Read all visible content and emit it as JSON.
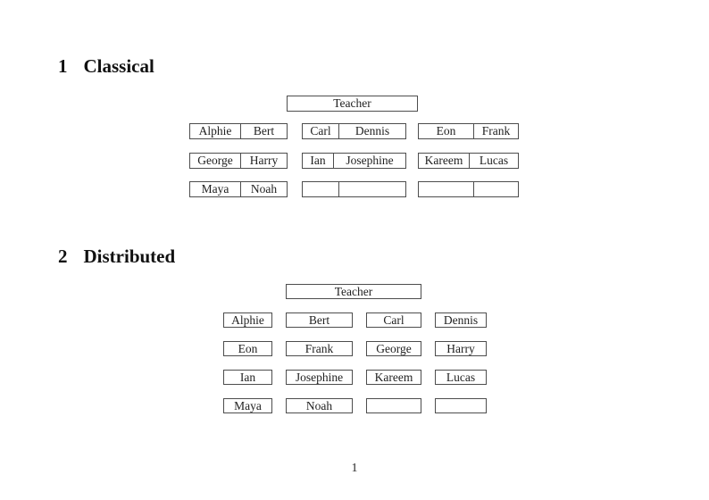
{
  "page": {
    "number": "1"
  },
  "sections": [
    {
      "number": "1",
      "title": "Classical"
    },
    {
      "number": "2",
      "title": "Distributed"
    }
  ],
  "classical": {
    "teacher_label": "Teacher",
    "desks": [
      [
        {
          "left": "Alphie",
          "right": "Bert"
        },
        {
          "left": "Carl",
          "right": "Dennis"
        },
        {
          "left": "Eon",
          "right": "Frank"
        }
      ],
      [
        {
          "left": "George",
          "right": "Harry"
        },
        {
          "left": "Ian",
          "right": "Josephine"
        },
        {
          "left": "Kareem",
          "right": "Lucas"
        }
      ],
      [
        {
          "left": "Maya",
          "right": "Noah"
        },
        {
          "left": "",
          "right": ""
        },
        {
          "left": "",
          "right": ""
        }
      ]
    ]
  },
  "distributed": {
    "teacher_label": "Teacher",
    "desks": [
      [
        "Alphie",
        "Bert",
        "Carl",
        "Dennis"
      ],
      [
        "Eon",
        "Frank",
        "George",
        "Harry"
      ],
      [
        "Ian",
        "Josephine",
        "Kareem",
        "Lucas"
      ],
      [
        "Maya",
        "Noah",
        "",
        ""
      ]
    ]
  },
  "colors": {
    "line": "#4d4d4d",
    "text": "#1f1f1f",
    "background": "#ffffff"
  }
}
